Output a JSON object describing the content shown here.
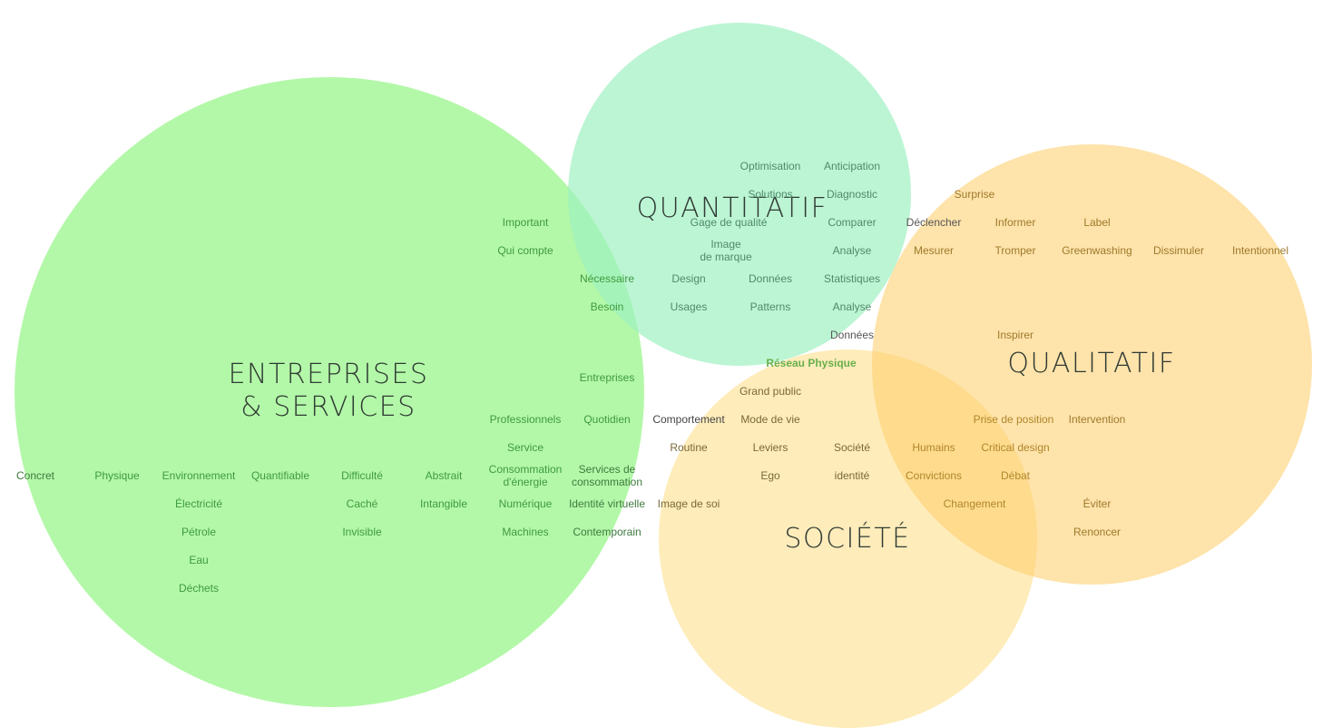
{
  "colors": {
    "green_circle": "#8ff57f",
    "mint_circle": "#9cf0bf",
    "orange_circle": "#fdcf6d",
    "yellow_circle": "#fde08f",
    "green_text": "#3f9a3f",
    "mint_text": "#4f8a68",
    "orange_text": "#9e7a2c",
    "dark_text": "#555555",
    "highlight_text": "#6ab04c"
  },
  "titles": {
    "entreprises": "ENTREPRISES\n& SERVICES",
    "quantitatif": "QUANTITATIF",
    "qualitatif": "QUALITATIF",
    "societe": "SOCIÉTÉ"
  },
  "words": {
    "concret": "Concret",
    "physique": "Physique",
    "environnement": "Environnement",
    "quantifiable": "Quantifiable",
    "difficulte": "Difficulté",
    "abstrait": "Abstrait",
    "electricite": "Électricité",
    "petrole": "Pétrole",
    "eau": "Eau",
    "dechets": "Déchets",
    "cache": "Caché",
    "invisible": "Invisible",
    "intangible": "Intangible",
    "important": "Important",
    "qui_compte": "Qui compte",
    "necessaire": "Nécessaire",
    "besoin": "Besoin",
    "entreprises": "Entreprises",
    "professionnels": "Professionnels",
    "quotidien": "Quotidien",
    "service": "Service",
    "conso_energie": "Consommation\nd'énergie",
    "services_conso": "Services de\nconsommation",
    "numerique": "Numérique",
    "identite_virtuelle": "Identité virtuelle",
    "machines": "Machines",
    "contemporain": "Contemporain",
    "optimisation": "Optimisation",
    "anticipation": "Anticipation",
    "solutions": "Solutions",
    "diagnostic": "Diagnostic",
    "gage_qualite": "Gage de qualité",
    "comparer": "Comparer",
    "image_marque": "Image\nde marque",
    "analyse_1": "Analyse",
    "design": "Design",
    "donnees_1": "Données",
    "statistiques": "Statistiques",
    "usages": "Usages",
    "patterns": "Patterns",
    "analyse_2": "Analyse",
    "donnees_2": "Données",
    "reseau_physique": "Réseau Physique",
    "surprise": "Surprise",
    "declencher": "Déclencher",
    "informer": "Informer",
    "label": "Label",
    "mesurer": "Mesurer",
    "tromper": "Tromper",
    "greenwashing": "Greenwashing",
    "dissimuler": "Dissimuler",
    "intentionnel": "Intentionnel",
    "inspirer": "Inspirer",
    "prise_position": "Prise de position",
    "intervention": "Intervention",
    "critical_design": "Critical design",
    "debat": "Débat",
    "eviter": "Éviter",
    "renoncer": "Renoncer",
    "humains": "Humains",
    "convictions": "Convictions",
    "changement": "Changement",
    "grand_public": "Grand public",
    "comportement": "Comportement",
    "mode_vie": "Mode de vie",
    "routine": "Routine",
    "leviers": "Leviers",
    "societe": "Société",
    "ego": "Ego",
    "identite": "identité",
    "image_soi": "Image de soi"
  }
}
